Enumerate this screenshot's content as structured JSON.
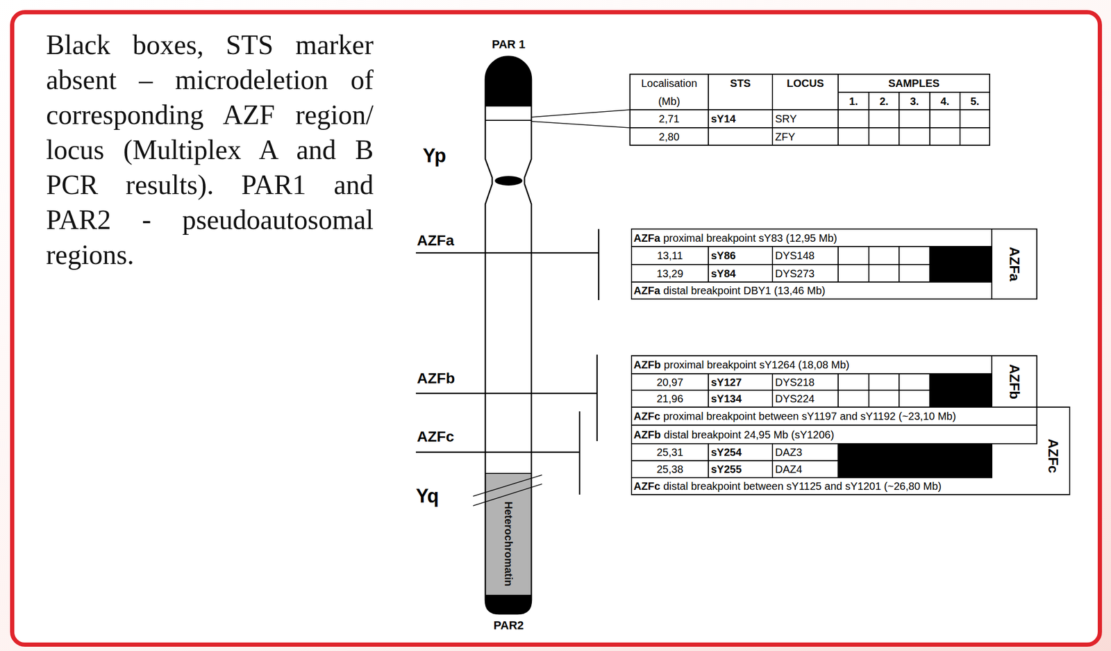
{
  "diagram": {
    "caption": "Black boxes, STS marker absent – microdeletion of corresponding AZF region/ locus (Multiplex A and B PCR results). PAR1 and PAR2 - pseudoautosomal regions.",
    "nodes": [
      {
        "text": [
          "Heterochromatin"
        ]
      }
    ],
    "labels": [
      "PAR 1",
      "Yp",
      "AZFa",
      "AZFb",
      "AZFc",
      "Yq",
      "PAR2",
      "Localisation",
      "(Mb)",
      "STS",
      "LOCUS",
      "SAMPLES",
      "1.",
      "2.",
      "3.",
      "4.",
      "5.",
      "2,71",
      "sY14",
      "SRY",
      "2,80",
      "ZFY",
      "AZFa",
      "proximal breakpoint sY83 (12,95 Mb)",
      "13,11",
      "sY86",
      "DYS148",
      "13,29",
      "sY84",
      "DYS273",
      "AZFa",
      "distal breakpoint DBY1 (13,46 Mb)",
      "AZFa",
      "AZFb",
      "proximal breakpoint sY1264 (18,08 Mb)",
      "20,97",
      "sY127",
      "DYS218",
      "21,96",
      "sY134",
      "DYS224",
      "AZFb",
      "AZFc",
      "proximal breakpoint between sY1197 and sY1192 (~23,10 Mb)",
      "AZFb",
      "distal breakpoint 24,95 Mb (sY1206)",
      "25,31",
      "sY254",
      "DAZ3",
      "25,38",
      "sY255",
      "DAZ4",
      "AZFc",
      "distal breakpoint between sY1125 and sY1201 (~26,80 Mb)",
      "AZFc"
    ]
  }
}
